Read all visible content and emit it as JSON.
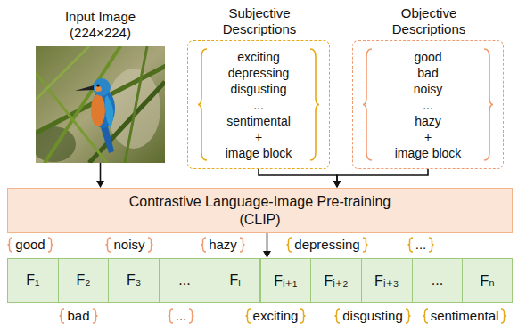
{
  "diagram": {
    "nodes": [
      {
        "text": [
          "Input Image (224×224)"
        ]
      },
      {
        "text": [
          "Subjective Descriptions",
          "exciting",
          "depressing",
          "disgusting",
          "...",
          "sentimental",
          "+",
          "image block"
        ]
      },
      {
        "text": [
          "Objective Descriptions",
          "good",
          "bad",
          "noisy",
          "...",
          "hazy",
          "+",
          "image block"
        ]
      },
      {
        "text": [
          "Contrastive Language-Image Pre-training (CLIP)"
        ]
      },
      {
        "text": [
          "F₁"
        ]
      },
      {
        "text": [
          "F₂"
        ]
      },
      {
        "text": [
          "F₃"
        ]
      },
      {
        "text": [
          "..."
        ]
      },
      {
        "text": [
          "Fᵢ"
        ]
      },
      {
        "text": [
          "Fᵢ₊₁"
        ]
      },
      {
        "text": [
          "Fᵢ₊₂"
        ]
      },
      {
        "text": [
          "Fᵢ₊₃"
        ]
      },
      {
        "text": [
          "..."
        ]
      },
      {
        "text": [
          "Fₙ"
        ]
      }
    ],
    "edges": [
      {
        "from": 0,
        "to": 3,
        "arrow": "to"
      },
      {
        "from": 1,
        "to": 3,
        "arrow": "to"
      },
      {
        "from": 2,
        "to": 3,
        "arrow": "to"
      },
      {
        "from": 3,
        "to": 9,
        "arrow": "to"
      }
    ],
    "labels": [
      "good",
      "noisy",
      "hazy",
      "depressing",
      "...",
      "bad",
      "...",
      "exciting",
      "disgusting",
      "sentimental"
    ]
  }
}
